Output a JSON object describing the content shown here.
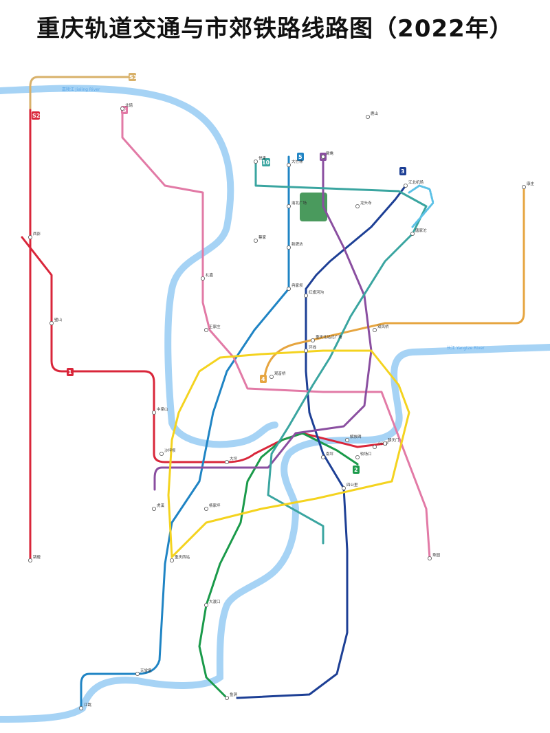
{
  "title": "重庆轨道交通与市郊铁路线路图（2022年）",
  "rivers": [
    {
      "name": "嘉陵江 Jialing River"
    },
    {
      "name": "长江 Yangtze River"
    }
  ],
  "lines": [
    {
      "id": "1",
      "color": "#d9263a"
    },
    {
      "id": "2",
      "color": "#1a9a4a"
    },
    {
      "id": "3",
      "color": "#1d3f95"
    },
    {
      "id": "4",
      "color": "#e6a540"
    },
    {
      "id": "5",
      "color": "#1f84c4"
    },
    {
      "id": "6",
      "color": "#e27aa6"
    },
    {
      "id": "9",
      "color": "#8a4ea0"
    },
    {
      "id": "10",
      "color": "#3aa5a0"
    },
    {
      "id": "S1",
      "color": "#d8b16a"
    },
    {
      "id": "S2",
      "color": "#d9263a"
    },
    {
      "id": "loop",
      "color": "#f4d31f"
    }
  ],
  "stations": [
    {
      "key": "s_zhuanzhilu",
      "name": "跳磴"
    },
    {
      "key": "s_jiangbei",
      "name": "江北机场"
    },
    {
      "key": "s_xiaoshizi",
      "name": "小什字"
    },
    {
      "key": "s_jiaochangkou",
      "name": "较场口"
    },
    {
      "key": "s_chaotianmen",
      "name": "朝天门"
    },
    {
      "key": "s_shapingba",
      "name": "沙坪坝"
    },
    {
      "key": "s_daping",
      "name": "大坪"
    },
    {
      "key": "s_guanyinqiao",
      "name": "观音桥"
    },
    {
      "key": "s_chongqingbei",
      "name": "重庆北站北广场"
    },
    {
      "key": "s_chongqingxi",
      "name": "重庆西站"
    },
    {
      "key": "s_yubei",
      "name": "悦来"
    },
    {
      "key": "s_lijia",
      "name": "礼嘉"
    },
    {
      "key": "s_jiaotong",
      "name": "环线"
    },
    {
      "key": "s_yuzui",
      "name": "鱼洞"
    },
    {
      "key": "s_jiangtiao",
      "name": "江跳"
    },
    {
      "key": "s_shuangfeng",
      "name": "双凤桥"
    },
    {
      "key": "s_wangjia",
      "name": "王家庄"
    },
    {
      "key": "s_caijia",
      "name": "蔡家"
    },
    {
      "key": "s_beibei",
      "name": "北碚"
    },
    {
      "key": "s_kangzhuang",
      "name": "康庄"
    },
    {
      "key": "s_longtou",
      "name": "龙头寺"
    },
    {
      "key": "s_tangjiatuo",
      "name": "唐家沱"
    },
    {
      "key": "s_yudong",
      "name": "渝北广场"
    },
    {
      "key": "s_lushan",
      "name": "鹿山"
    },
    {
      "key": "s_tiantang",
      "name": "天堂堡"
    },
    {
      "key": "s_chayuan",
      "name": "茶园"
    },
    {
      "key": "s_xipeng",
      "name": "西彭"
    },
    {
      "key": "s_dadukou",
      "name": "大渡口"
    },
    {
      "key": "s_zhongliang",
      "name": "中梁山"
    },
    {
      "key": "s_bishan",
      "name": "璧山"
    },
    {
      "key": "s_yuanyang",
      "name": "鸳鸯"
    },
    {
      "key": "s_nanping",
      "name": "南坪"
    },
    {
      "key": "s_sigongli",
      "name": "四公里"
    },
    {
      "key": "s_jiefangbei",
      "name": "解放碑"
    },
    {
      "key": "s_hongqihegou",
      "name": "红旗河沟"
    },
    {
      "key": "s_ranjiaba",
      "name": "冉家坝"
    },
    {
      "key": "s_dazhulin",
      "name": "大竹林"
    },
    {
      "key": "s_xinpaifang",
      "name": "新牌坊"
    },
    {
      "key": "s_huxi",
      "name": "虎溪"
    },
    {
      "key": "s_yangjiaping",
      "name": "杨家坪"
    }
  ]
}
